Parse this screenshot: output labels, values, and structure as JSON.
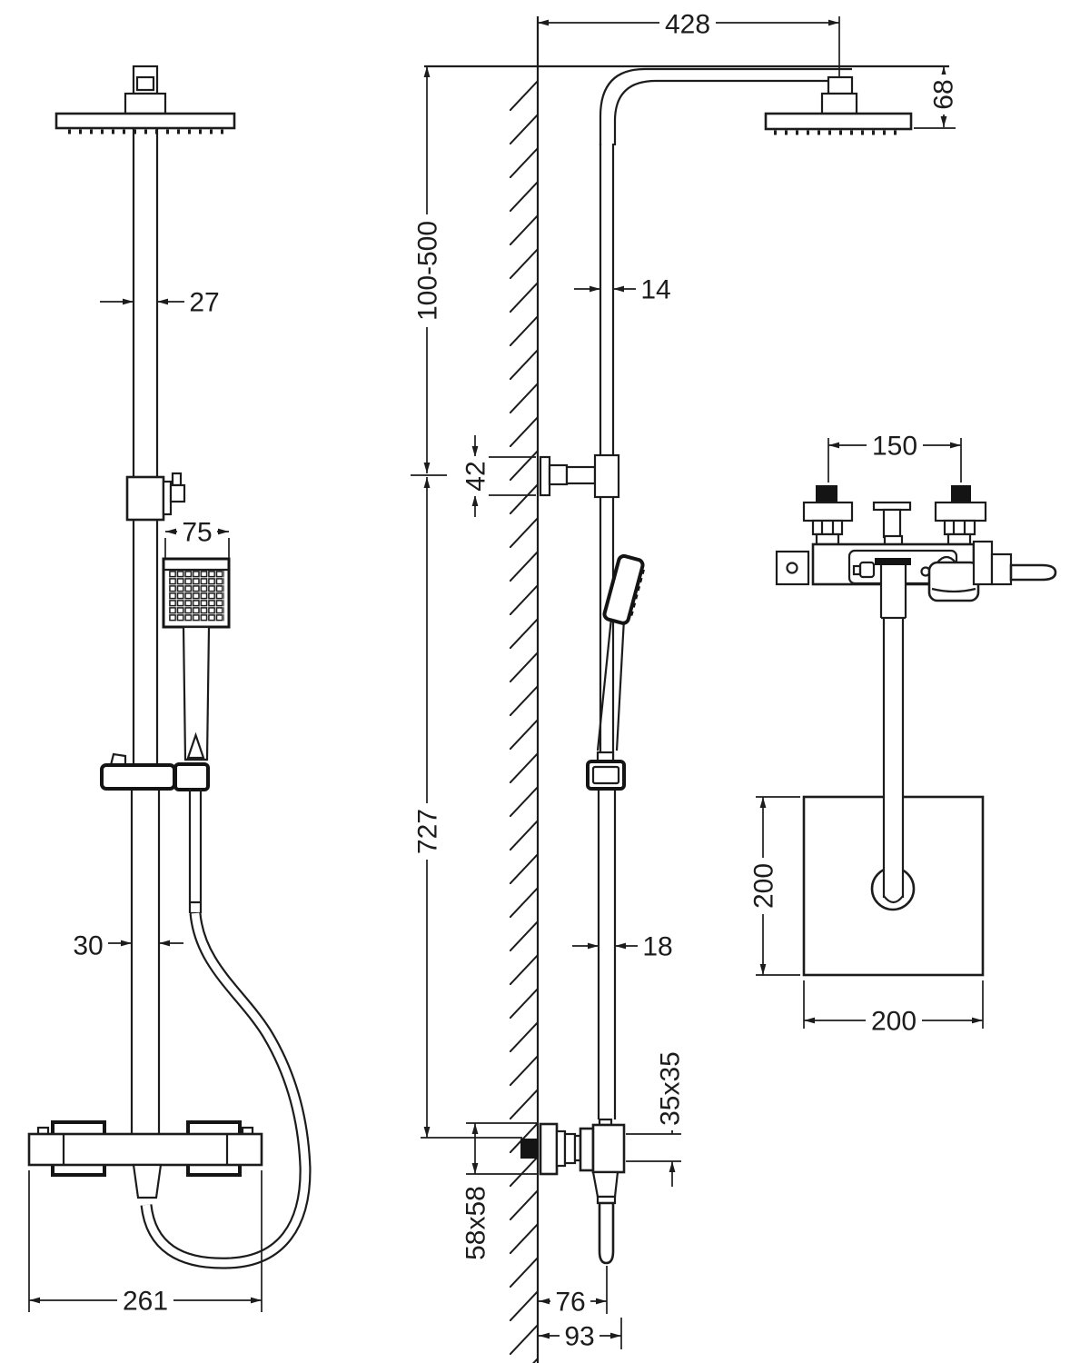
{
  "drawing": {
    "type": "shower-system-dimension-diagram",
    "line_color": "#1c1c1c",
    "background": "#ffffff"
  },
  "dims": {
    "front": {
      "pipe_upper": "27",
      "handset": "75",
      "pipe_lower": "30",
      "valve_width": "261"
    },
    "side": {
      "arm_reach": "428",
      "head_drop": "68",
      "adjust_range": "100-500",
      "tube_upper": "14",
      "bracket": "42",
      "rail": "727",
      "tube_lower": "18",
      "body_section": "35x35",
      "wall_plate": "58x58",
      "hose_offset": "76",
      "valve_depth": "93"
    },
    "detail": {
      "inlet_centres": "150",
      "head_height": "200",
      "head_width": "200"
    }
  }
}
